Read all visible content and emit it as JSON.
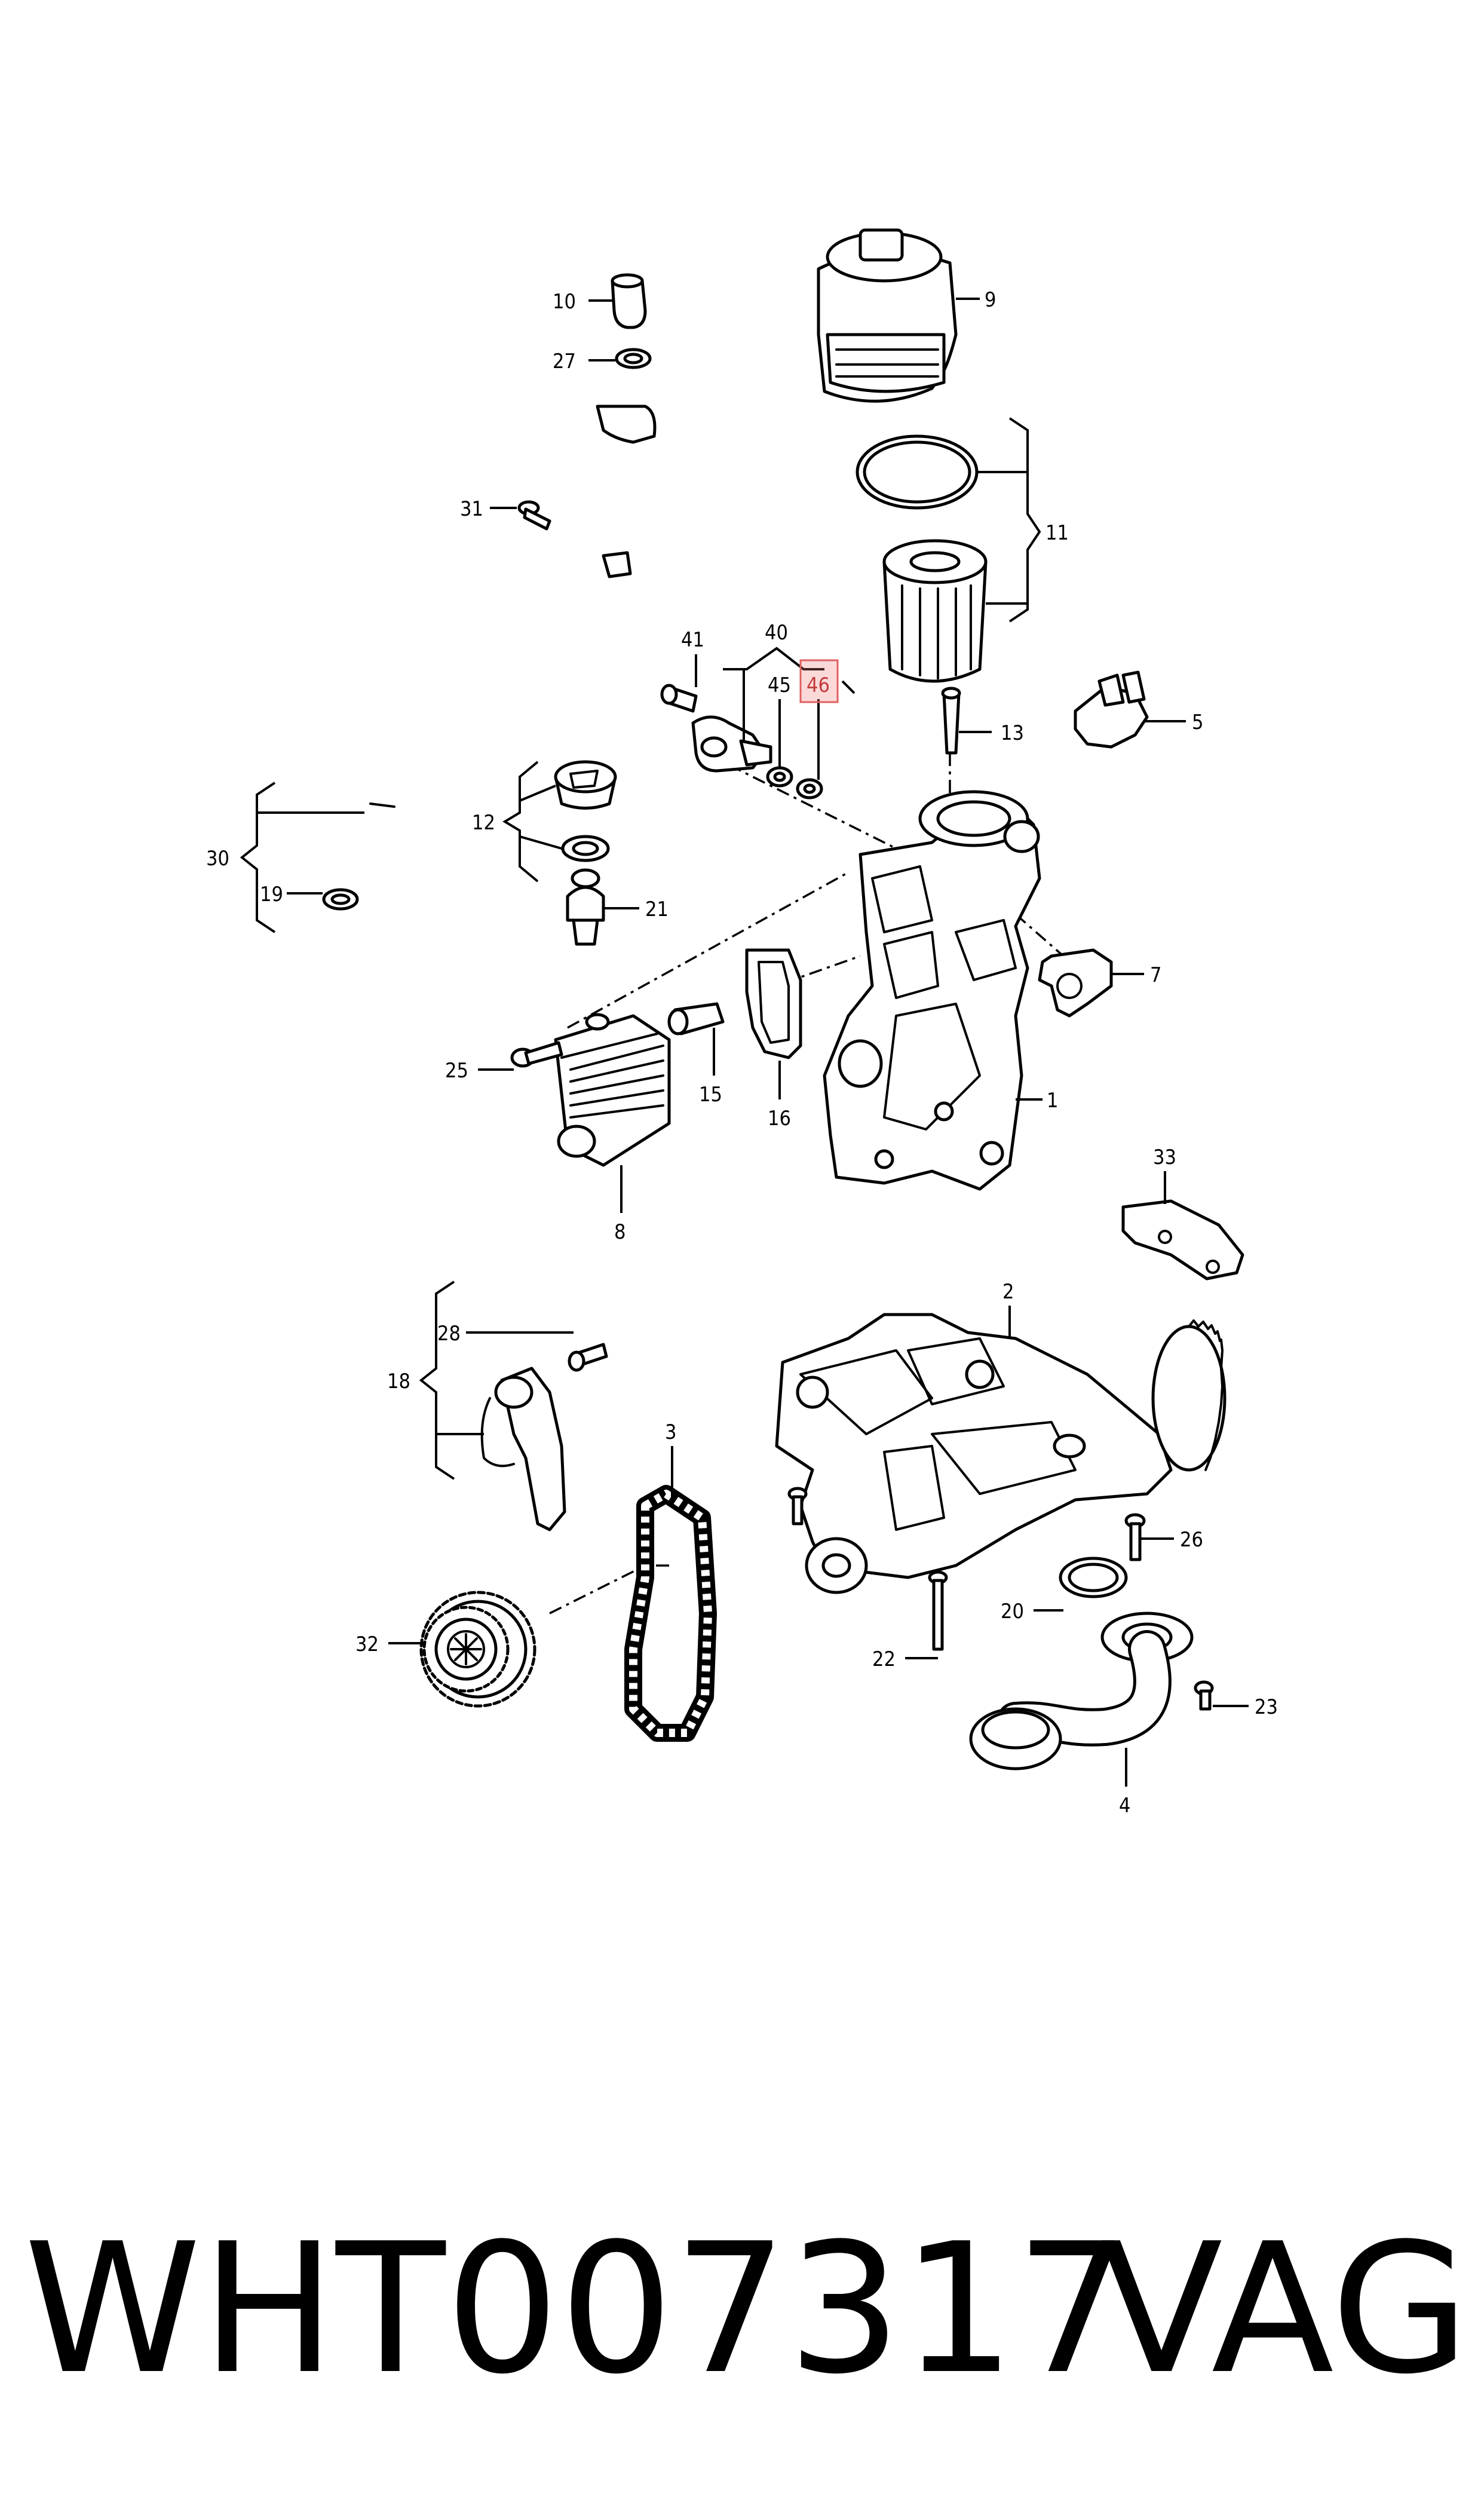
{
  "diagram": {
    "callouts": {
      "c1": "1",
      "c2": "2",
      "c3": "3",
      "c4": "4",
      "c5": "5",
      "c7": "7",
      "c8": "8",
      "c9": "9",
      "c10": "10",
      "c11": "11",
      "c12": "12",
      "c13": "13",
      "c15": "15",
      "c16": "16",
      "c18": "18",
      "c19": "19",
      "c20": "20",
      "c21": "21",
      "c22": "22",
      "c23": "23",
      "c25": "25",
      "c26": "26",
      "c27": "27",
      "c28": "28",
      "c30": "30",
      "c31": "31",
      "c32": "32",
      "c33": "33",
      "c40": "40",
      "c41": "41",
      "c45": "45",
      "c46": "46"
    },
    "highlighted_callout": "46",
    "highlight_color": "#e06060"
  },
  "footer": {
    "part_number": "WHT007317",
    "brand": "VAG"
  }
}
